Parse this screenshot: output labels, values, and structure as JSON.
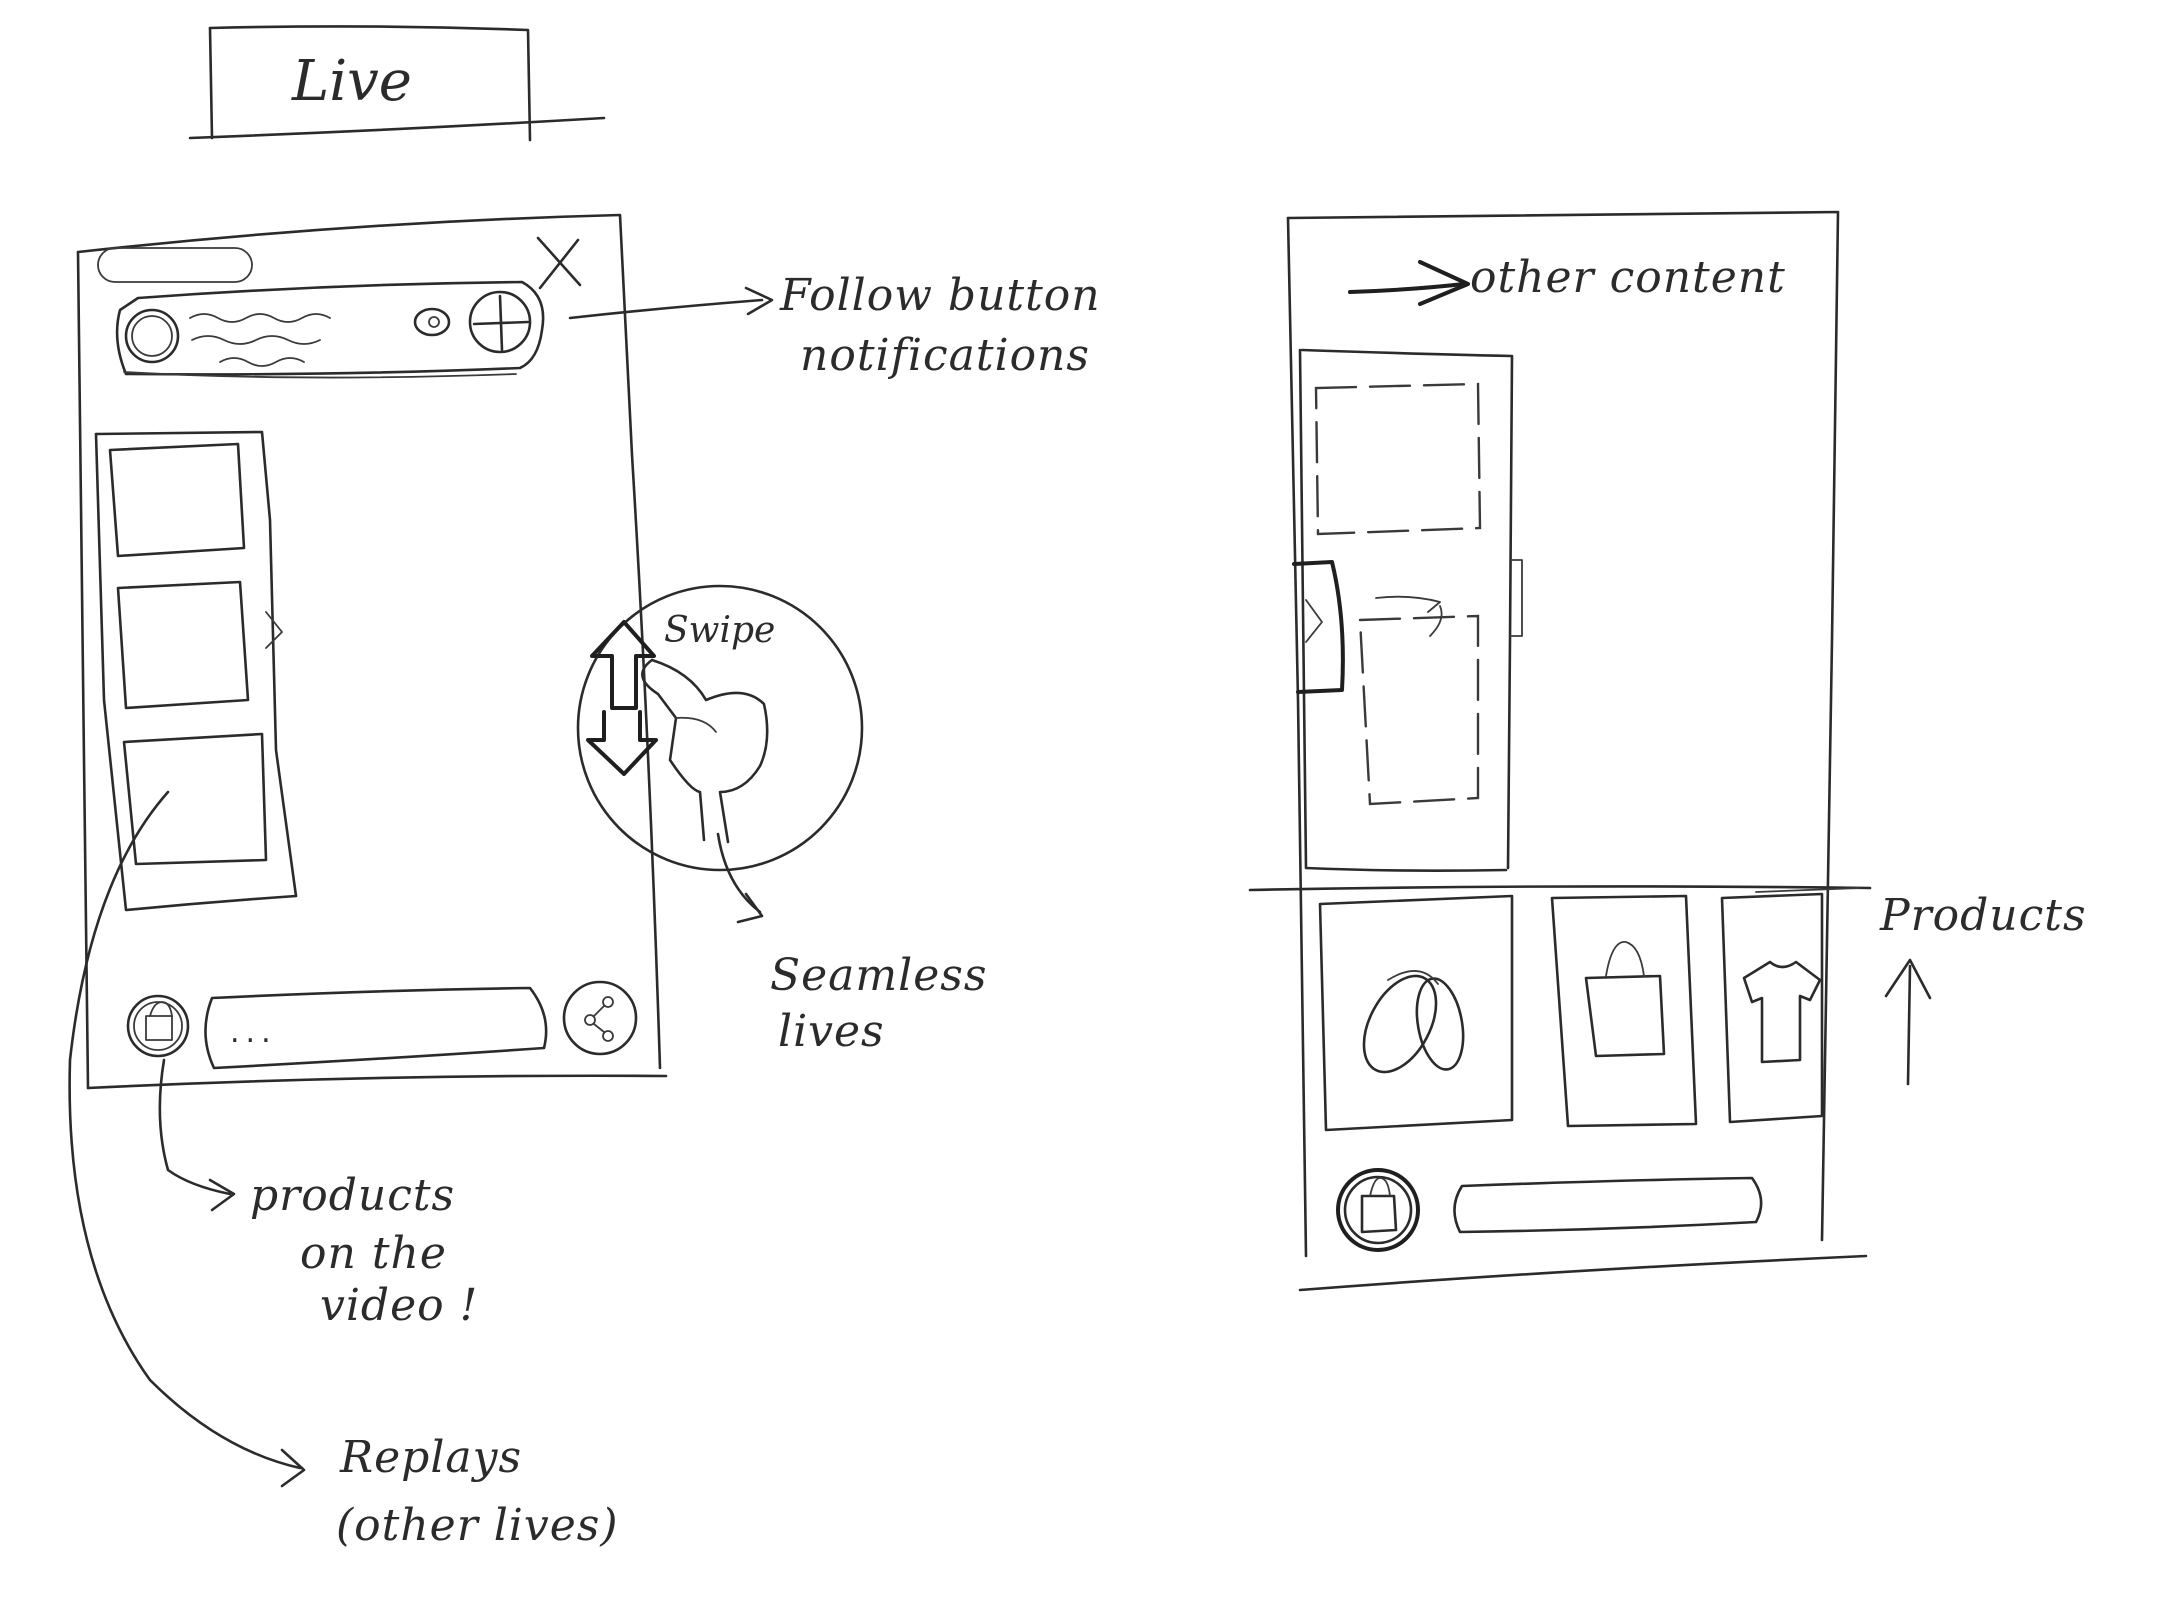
{
  "title": "Live",
  "left_phone": {
    "comment_placeholder": "...",
    "annotations": {
      "follow_line1": "Follow button",
      "follow_line2": "notifications",
      "swipe": "Swipe",
      "seamless_line1": "Seamless",
      "seamless_line2": "lives",
      "products_line1": "products",
      "products_line2": "on the",
      "products_line3": "video !",
      "replays_line1": "Replays",
      "replays_line2": "(other lives)"
    }
  },
  "right_phone": {
    "annotations": {
      "other_content": "other content",
      "products": "Products"
    }
  },
  "icons": {
    "close": "close-icon",
    "avatar": "avatar-icon",
    "eye": "eye-icon",
    "follow": "plus-circle-icon",
    "bag": "shopping-bag-icon",
    "share": "share-icon",
    "swipe_arrow": "vertical-double-arrow-icon",
    "hand": "hand-swipe-icon",
    "sandals": "sandals-icon",
    "handbag": "handbag-icon",
    "tshirt": "tshirt-icon"
  }
}
